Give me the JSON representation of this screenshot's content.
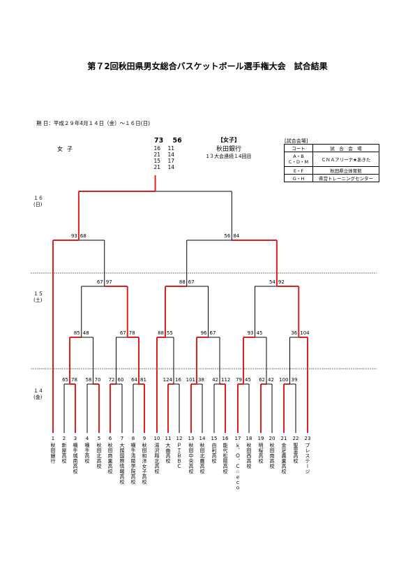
{
  "title": "第７2回秋田県男女総合バスケットボール選手権大会　試合結果",
  "period": "期 日：平成２９年4月１４日（金）～１６日(日)",
  "gender": "女子",
  "final": {
    "score_left": "73",
    "score_right": "56",
    "sets_left": [
      "16",
      "21",
      "15",
      "21"
    ],
    "sets_right": [
      "11",
      "14",
      "17",
      "14"
    ]
  },
  "champion": {
    "tag": "【女子】",
    "name": "秋田銀行",
    "note": "1３大会連続１4回目"
  },
  "venues": {
    "caption": "[試合会場]",
    "header": [
      "コート",
      "試　合　会　場"
    ],
    "rows": [
      [
        "A・B\nC・D・M",
        "ＣＮＡアリーナ★あきた"
      ],
      [
        "E・F",
        "秋田県立体育館"
      ],
      [
        "G・H",
        "県営トレーニングセンター"
      ]
    ]
  },
  "rounds": {
    "day16": "１６\n(日)",
    "day15": "１５\n(土)",
    "day14": "１４\n(金)"
  },
  "teams": [
    {
      "no": "1",
      "name": "秋田銀行"
    },
    {
      "no": "2",
      "name": "新屋高校"
    },
    {
      "no": "3",
      "name": "横手城南高校"
    },
    {
      "no": "4",
      "name": "横手高校"
    },
    {
      "no": "5",
      "name": "秋田北高校"
    },
    {
      "no": "6",
      "name": "秋田商業高校"
    },
    {
      "no": "7",
      "name": "大館国際情報高校"
    },
    {
      "no": "8",
      "name": "横手清陵学院高校"
    },
    {
      "no": "9",
      "name": "秋田和洋女子高校"
    },
    {
      "no": "10",
      "name": "湯沢翔北高校"
    },
    {
      "no": "11",
      "name": "大曲高校"
    },
    {
      "no": "12",
      "name": "ＰＩＢＢＣ"
    },
    {
      "no": "13",
      "name": "秋田中央高校"
    },
    {
      "no": "14",
      "name": "秋田北鷹高校"
    },
    {
      "no": "15",
      "name": "由利高校"
    },
    {
      "no": "16",
      "name": "能代松陽高校"
    },
    {
      "no": "17",
      "name": "ｋ．Ｏ．Ｃ☆ｅｃｏ"
    },
    {
      "no": "18",
      "name": "秋田西高校"
    },
    {
      "no": "19",
      "name": "明桜高校"
    },
    {
      "no": "20",
      "name": "秋田南高校"
    },
    {
      "no": "21",
      "name": "金足農業高校"
    },
    {
      "no": "22",
      "name": "聖霊高校"
    },
    {
      "no": "23",
      "name": "プレステージ"
    }
  ],
  "scores": {
    "r1": [
      [
        "65",
        "78"
      ],
      [
        "58",
        "70"
      ],
      [
        "72",
        "60"
      ],
      [
        "64",
        "81"
      ],
      [
        "124",
        "16"
      ],
      [
        "101",
        "38"
      ],
      [
        "42",
        "112"
      ],
      [
        "79",
        "45"
      ],
      [
        "62",
        "42"
      ],
      [
        "100",
        "39"
      ]
    ],
    "r2": [
      [
        "85",
        "48"
      ],
      [
        "67",
        "78"
      ],
      [
        "88",
        "55"
      ],
      [
        "96",
        "67"
      ],
      [
        "93",
        "45"
      ],
      [
        "36",
        "104"
      ]
    ],
    "qf": [
      [
        "67",
        "97"
      ],
      [
        "88",
        "67"
      ],
      [
        "54",
        "92"
      ]
    ],
    "sf": [
      [
        "93",
        "68"
      ],
      [
        "56",
        "84"
      ]
    ]
  },
  "colors": {
    "winner": "#e0201f",
    "loser": "#000000"
  }
}
